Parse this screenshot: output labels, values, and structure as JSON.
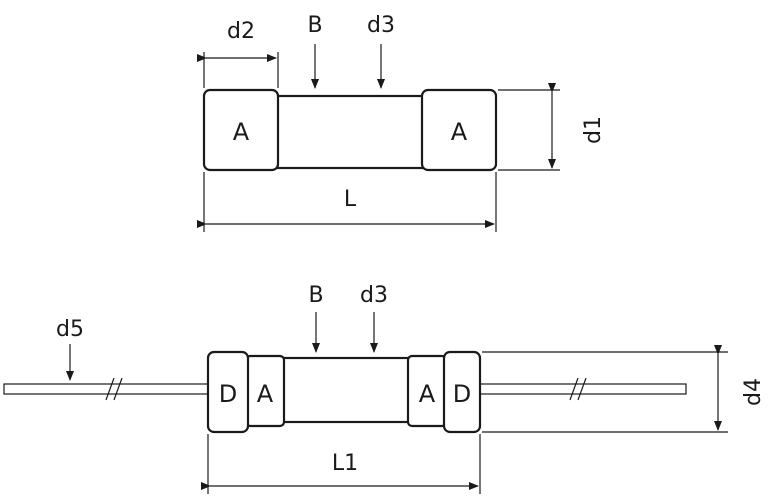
{
  "top_fuse": {
    "labels": {
      "d2": "d2",
      "B": "B",
      "d3": "d3",
      "d1": "d1",
      "L": "L"
    },
    "cap_left": "A",
    "cap_right": "A"
  },
  "bottom_fuse": {
    "labels": {
      "d5": "d5",
      "B": "B",
      "d3": "d3",
      "d4": "d4",
      "L1": "L1"
    },
    "outer_cap_left": "D",
    "inner_cap_left": "A",
    "inner_cap_right": "A",
    "outer_cap_right": "D"
  }
}
